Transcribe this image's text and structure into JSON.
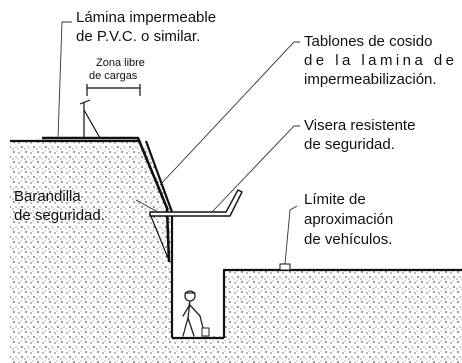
{
  "labels": {
    "lamina_line1": "Lámina impermeable",
    "lamina_line2": "de P.V.C. o similar.",
    "zona_line1": "Zona libre",
    "zona_line2": "de cargas",
    "tablones_line1": "Tablones de cosido",
    "tablones_line2": "de la lamina de",
    "tablones_line3": "impermeabilización.",
    "visera_line1": "Visera resistente",
    "visera_line2": "de seguridad.",
    "barandilla_line1": "Barandilla",
    "barandilla_line2": "de seguridad.",
    "limite_line1": "Límite de",
    "limite_line2": "aproximación",
    "limite_line3": "de vehículos."
  },
  "colors": {
    "ink": "#111111",
    "soil_dots": "#555555",
    "background": "#ffffff"
  }
}
